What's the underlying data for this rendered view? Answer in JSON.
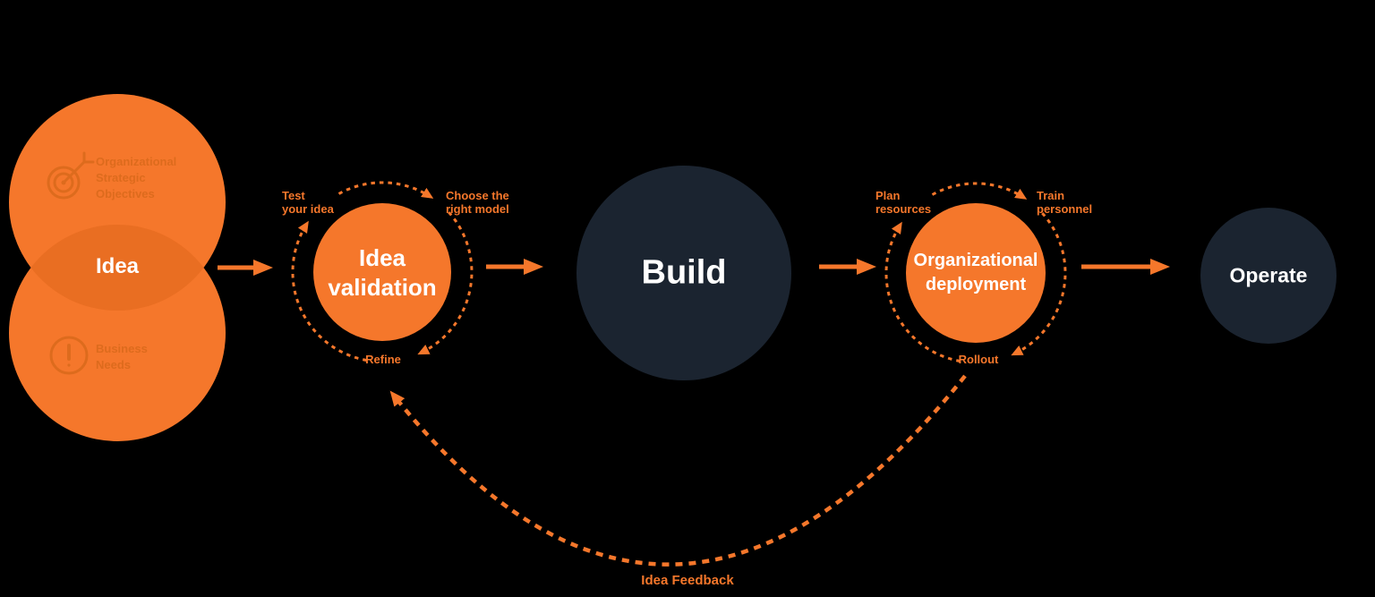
{
  "colors": {
    "background": "#000000",
    "orange": "#F5772B",
    "orange_overlap": "#E96E22",
    "orange_muted": "#DD6B1D",
    "navy": "#1B2430",
    "text_light": "#FFFFFF"
  },
  "idea_cluster": {
    "label": "Idea",
    "inputs": [
      {
        "icon": "target-icon",
        "label": "Organizational\nStrategic\nObjectives"
      },
      {
        "icon": "exclamation-icon",
        "label": "Business\nNeeds"
      }
    ]
  },
  "stages": {
    "idea_validation": {
      "label": "Idea\nvalidation",
      "satellite_top_left": "Test\nyour idea",
      "satellite_top_right": "Choose the\nright model",
      "satellite_bottom": "Refine"
    },
    "build": {
      "label": "Build"
    },
    "organizational_deployment": {
      "label": "Organizational\ndeployment",
      "satellite_top_left": "Plan\nresources",
      "satellite_top_right": "Train\npersonnel",
      "satellite_bottom": "Rollout"
    },
    "operate": {
      "label": "Operate"
    }
  },
  "feedback": {
    "label": "Idea Feedback"
  }
}
